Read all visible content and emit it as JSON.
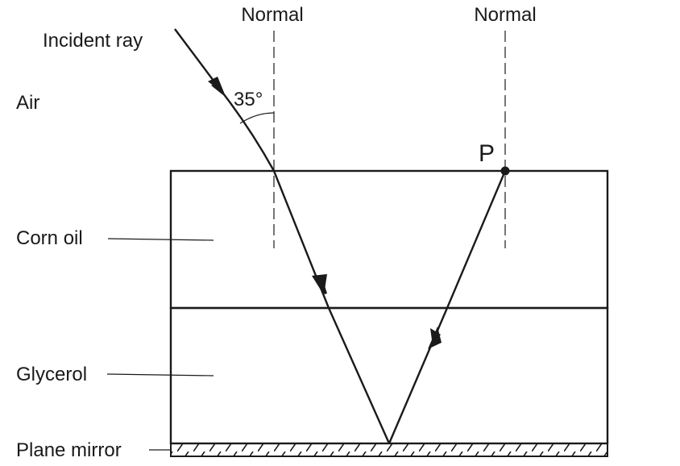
{
  "labels": {
    "normal_left": "Normal",
    "normal_right": "Normal",
    "incident_ray": "Incident ray",
    "air": "Air",
    "angle": "35°",
    "point": "P",
    "corn_oil": "Corn oil",
    "glycerol": "Glycerol",
    "plane_mirror": "Plane mirror"
  }
}
